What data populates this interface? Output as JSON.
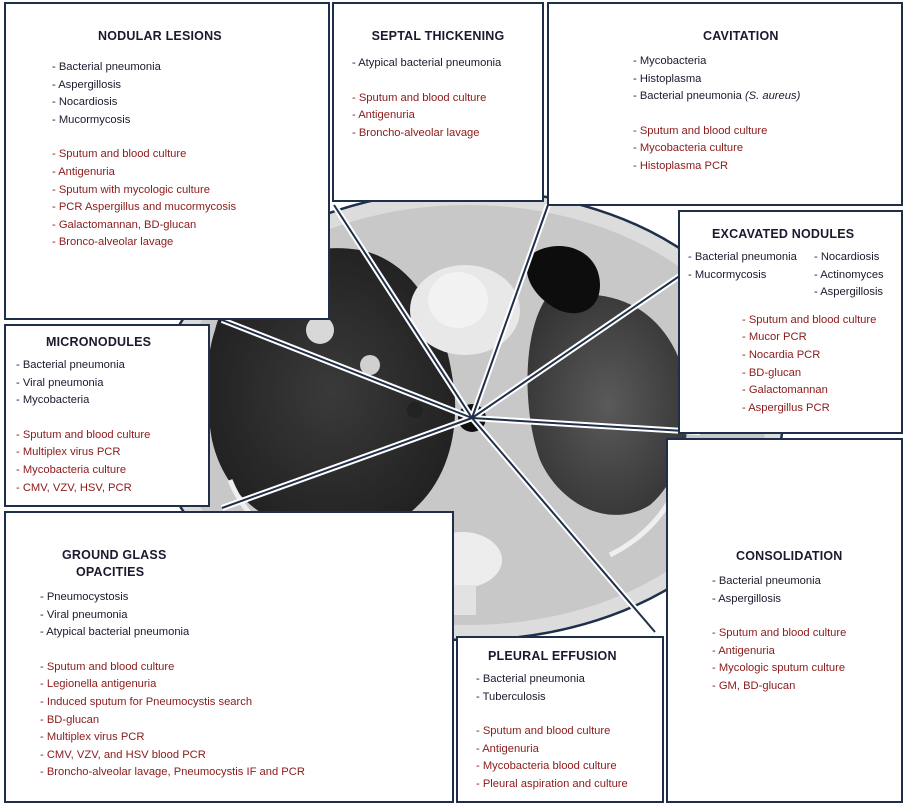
{
  "colors": {
    "border": "#1f2f4a",
    "diagnosis_text": "#1a1a2e",
    "test_text": "#8b1a1a"
  },
  "panels": {
    "nodular_lesions": {
      "title": "NODULAR LESIONS",
      "diagnoses": [
        "Bacterial pneumonia",
        "Aspergillosis",
        "Nocardiosis",
        "Mucormycosis"
      ],
      "tests": [
        "Sputum and blood culture",
        "Antigenuria",
        "Sputum with mycologic culture",
        "PCR Aspergillus and mucormycosis",
        "Galactomannan, BD-glucan",
        "Bronco-alveolar lavage"
      ]
    },
    "septal_thickening": {
      "title": "SEPTAL THICKENING",
      "diagnoses": [
        "Atypical bacterial pneumonia"
      ],
      "tests": [
        "Sputum and blood culture",
        "Antigenuria",
        "Broncho-alveolar lavage"
      ]
    },
    "cavitation": {
      "title": "CAVITATION",
      "diagnoses": [
        "Mycobacteria",
        "Histoplasma"
      ],
      "diagnosis_bacterial": "Bacterial pneumonia",
      "diagnosis_bacterial_organism": "(S. aureus)",
      "tests": [
        "Sputum and blood culture",
        "Mycobacteria culture",
        "Histoplasma PCR"
      ]
    },
    "excavated_nodules": {
      "title": "EXCAVATED NODULES",
      "diagnoses_left": [
        "Bacterial pneumonia",
        "Mucormycosis"
      ],
      "diagnoses_right": [
        "Nocardiosis",
        "Actinomyces",
        "Aspergillosis"
      ],
      "tests": [
        "Sputum and blood culture",
        "Mucor PCR",
        "Nocardia PCR",
        "BD-glucan",
        "Galactomannan",
        "Aspergillus PCR"
      ]
    },
    "micronodules": {
      "title": "MICRONODULES",
      "diagnoses": [
        "Bacterial pneumonia",
        "Viral pneumonia",
        "Mycobacteria"
      ],
      "tests": [
        "Sputum and blood culture",
        "Multiplex virus PCR",
        "Mycobacteria culture",
        "CMV, VZV, HSV, PCR"
      ]
    },
    "ground_glass": {
      "title_line1": "GROUND GLASS",
      "title_line2": "OPACITIES",
      "diagnoses": [
        "Pneumocystosis",
        "Viral pneumonia",
        "Atypical bacterial pneumonia"
      ],
      "tests": [
        "Sputum and blood culture",
        "Legionella antigenuria",
        "Induced sputum for Pneumocystis search",
        "BD-glucan",
        "Multiplex virus PCR",
        "CMV, VZV, and HSV blood PCR",
        "Broncho-alveolar lavage, Pneumocystis IF and PCR"
      ]
    },
    "pleural_effusion": {
      "title": "PLEURAL EFFUSION",
      "diagnoses": [
        "Bacterial pneumonia",
        "Tuberculosis"
      ],
      "tests": [
        "Sputum and blood culture",
        "Antigenuria",
        "Mycobacteria blood culture",
        "Pleural aspiration and culture"
      ]
    },
    "consolidation": {
      "title": "CONSOLIDATION",
      "diagnoses": [
        "Bacterial pneumonia",
        "Aspergillosis"
      ],
      "tests": [
        "Sputum and blood culture",
        "Antigenuria",
        "Mycologic sputum culture",
        "GM, BD-glucan"
      ]
    }
  }
}
